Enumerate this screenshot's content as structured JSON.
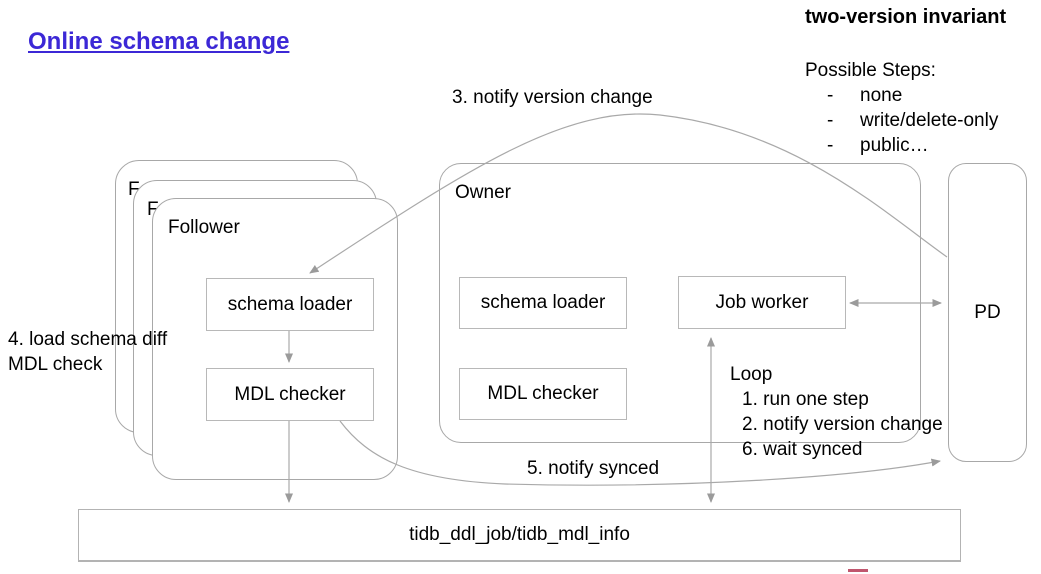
{
  "title": "Online schema change",
  "header": {
    "invariant": "two-version invariant"
  },
  "possible_steps": {
    "header": "Possible Steps:",
    "bullet": "-",
    "items": [
      "none",
      "write/delete-only",
      "public…"
    ]
  },
  "labels": {
    "step3": "3. notify version change",
    "step4": [
      "4. load schema diff",
      "MDL check"
    ],
    "step5": "5. notify synced"
  },
  "loop": {
    "header": "Loop",
    "items": [
      "1. run one step",
      "2. notify version change",
      "6. wait synced"
    ]
  },
  "nodes": {
    "follower": {
      "title": "Follower",
      "schema_loader": "schema loader",
      "mdl_checker": "MDL checker"
    },
    "owner": {
      "title": "Owner",
      "schema_loader": "schema loader",
      "mdl_checker": "MDL checker",
      "job_worker": "Job worker"
    },
    "pd": {
      "title": "PD"
    },
    "storage": {
      "title": "tidb_ddl_job/tidb_mdl_info"
    }
  },
  "edges": [
    {
      "from": "pd",
      "to": "follower.schema_loader",
      "label": "3. notify version change",
      "arrow": "end"
    },
    {
      "from": "owner.schema_loader",
      "to": "owner.mdl_checker",
      "label": "",
      "arrow": "none"
    },
    {
      "from": "follower.schema_loader",
      "to": "follower.mdl_checker",
      "label": "",
      "arrow": "end"
    },
    {
      "from": "follower.mdl_checker",
      "to": "storage",
      "label": "4. load schema diff / MDL check",
      "arrow": "end"
    },
    {
      "from": "owner.job_worker",
      "to": "pd",
      "label": "",
      "arrow": "both"
    },
    {
      "from": "owner.job_worker",
      "to": "storage",
      "label": "",
      "arrow": "both"
    },
    {
      "from": "follower.mdl_checker",
      "to": "pd",
      "label": "5. notify synced",
      "arrow": "end"
    }
  ],
  "colors": {
    "title": "#3c28d6",
    "line": "#a9a9a9",
    "arrowhead": "#9b9b9b",
    "border": "#b3b3b3",
    "text": "#000000",
    "accent_mark": "#c0566e"
  }
}
